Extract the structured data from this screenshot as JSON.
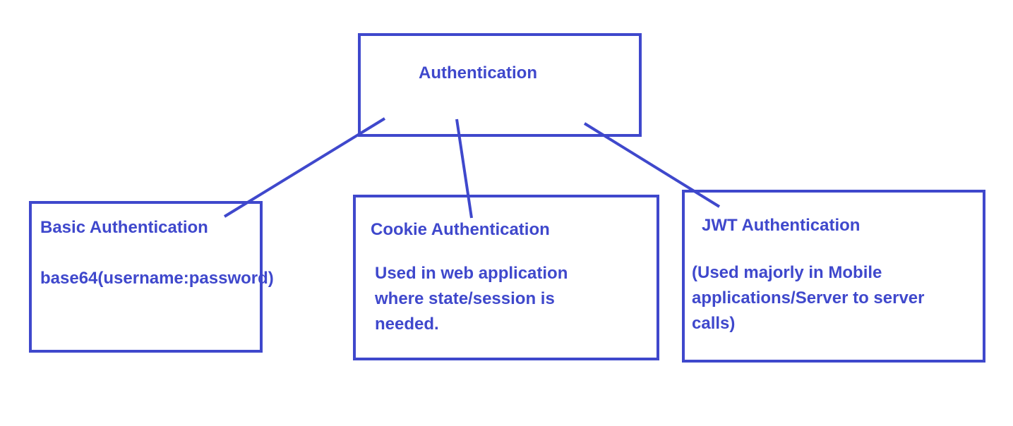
{
  "root": {
    "title": "Authentication"
  },
  "basic": {
    "title": "Basic Authentication",
    "body": "base64(username:password)"
  },
  "cookie": {
    "title": "Cookie Authentication",
    "line1": "Used in web application",
    "line2": "where state/session is",
    "line3": "needed."
  },
  "jwt": {
    "title": "JWT Authentication",
    "line1": "(Used majorly in Mobile",
    "line2": "applications/Server to server",
    "line3": "calls)"
  },
  "colors": {
    "stroke": "#3f48cc",
    "text": "#3f48cc",
    "background": "#ffffff"
  }
}
